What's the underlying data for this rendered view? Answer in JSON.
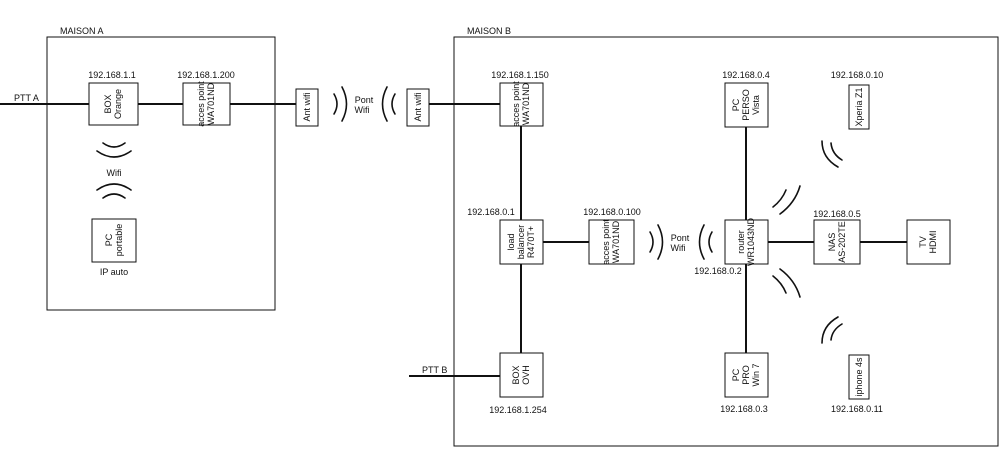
{
  "houses": {
    "a": {
      "title": "MAISON A"
    },
    "b": {
      "title": "MAISON B"
    }
  },
  "lines": {
    "ptt_a": "PTT A",
    "ptt_b": "PTT B"
  },
  "devices": {
    "box_orange": {
      "line1": "BOX",
      "line2": "Orange",
      "ip": "192.168.1.1"
    },
    "ap_a": {
      "line1": "acces point",
      "line2": "WA701ND",
      "ip": "192.168.1.200"
    },
    "pc_portable": {
      "line1": "PC",
      "line2": "portable",
      "caption": "IP auto"
    },
    "ant_a": {
      "line1": "Ant wifi"
    },
    "ant_b": {
      "line1": "Ant wifi"
    },
    "ap_b": {
      "line1": "acces point",
      "line2": "WA701ND",
      "ip": "192.168.1.150"
    },
    "load_balancer": {
      "line1": "load",
      "line2": "balancer",
      "line3": "R470T+",
      "ip": "192.168.0.1"
    },
    "box_ovh": {
      "line1": "BOX",
      "line2": "OVH",
      "ip": "192.168.1.254"
    },
    "ap_c": {
      "line1": "acces point",
      "line2": "WA701ND",
      "ip": "192.168.0.100"
    },
    "router": {
      "line1": "router",
      "line2": "WR1043ND",
      "ip": "192.168.0.2"
    },
    "pc_perso": {
      "line1": "PC",
      "line2": "PERSO",
      "line3": "Vista",
      "ip": "192.168.0.4"
    },
    "pc_pro": {
      "line1": "PC",
      "line2": "PRO",
      "line3": "Win 7",
      "ip": "192.168.0.3"
    },
    "nas": {
      "line1": "NAS",
      "line2": "AS-202TE",
      "ip": "192.168.0.5"
    },
    "tv": {
      "line1": "TV",
      "line2": "HDMI"
    },
    "xperia": {
      "line1": "Xperia Z1",
      "ip": "192.168.0.10"
    },
    "iphone": {
      "line1": "iphone 4s",
      "ip": "192.168.0.11"
    }
  },
  "links": {
    "wifi_a": "Wifi",
    "bridge_1": {
      "line1": "Pont",
      "line2": "Wifi"
    },
    "bridge_2": {
      "line1": "Pont",
      "line2": "Wifi"
    }
  }
}
